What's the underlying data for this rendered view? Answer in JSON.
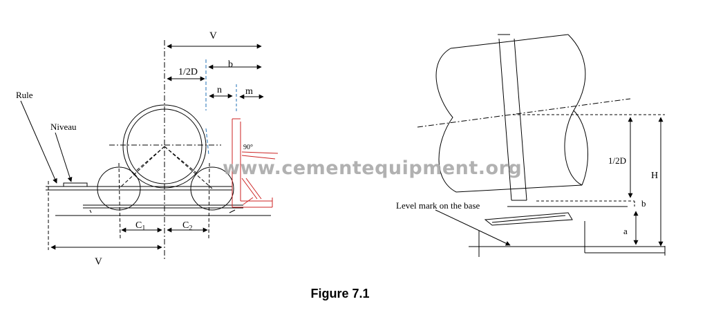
{
  "caption": "Figure 7.1",
  "watermark": "www.cementequipment.org",
  "left_figure": {
    "labels": {
      "v_top": "V",
      "half_d": "1/2D",
      "b": "b",
      "n": "n",
      "m": "m",
      "rule": "Rule",
      "niveau": "Niveau",
      "angle": "90°",
      "c1_main": "C",
      "c1_sub": "1",
      "c2_main": "C",
      "c2_sub": "2",
      "v_bottom": "V"
    }
  },
  "right_figure": {
    "labels": {
      "half_d": "1/2D",
      "h": "H",
      "b": "b",
      "a": "a",
      "level_mark": "Level mark on the base"
    }
  },
  "colors": {
    "line": "#000000",
    "center_line": "#1f6fb5",
    "red_detail": "#cc2222",
    "watermark": "#a9a9a9"
  }
}
